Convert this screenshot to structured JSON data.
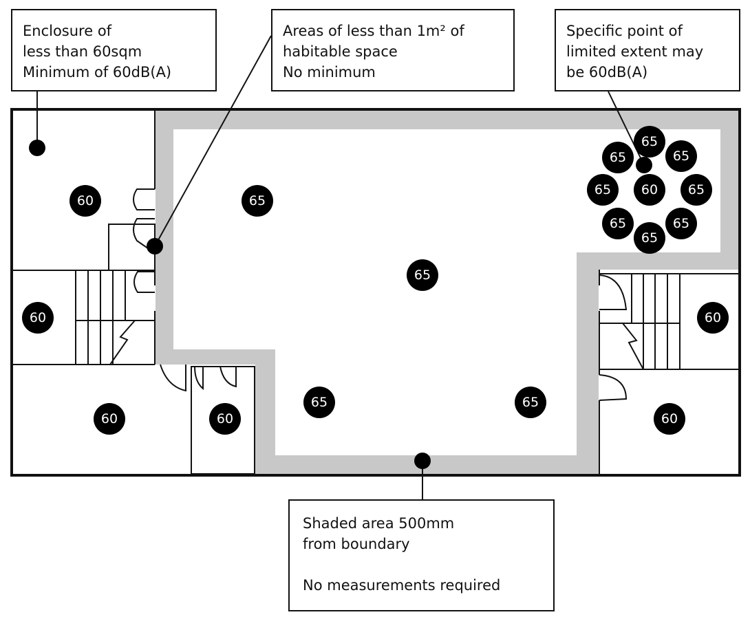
{
  "callouts": {
    "enclosure": "Enclosure of\nless than 60sqm\nMinimum of 60dB(A)",
    "small_area": "Areas of less than 1m² of\nhabitable space\nNo minimum",
    "specific_point": "Specific point of\nlimited extent may\nbe 60dB(A)",
    "shaded": "Shaded area 500mm\nfrom boundary\n\nNo measurements required"
  },
  "badges": {
    "main_top": "65",
    "main_center": "65",
    "main_bottom_left": "65",
    "main_bottom_right": "65",
    "top_left_room": "60",
    "left_stair_room": "60",
    "bottom_left_room": "60",
    "bottom_small_room": "60",
    "right_stair_room": "60",
    "bottom_right_room": "60",
    "ring_center": "60",
    "ring_top": "65",
    "ring_top_right": "65",
    "ring_right": "65",
    "ring_bottom_right": "65",
    "ring_bottom": "65",
    "ring_bottom_left": "65",
    "ring_left": "65",
    "ring_top_left": "65"
  },
  "colors": {
    "shaded_zone": "#c8c8c8",
    "line": "#111111",
    "badge": "#000000",
    "badge_text": "#ffffff"
  }
}
